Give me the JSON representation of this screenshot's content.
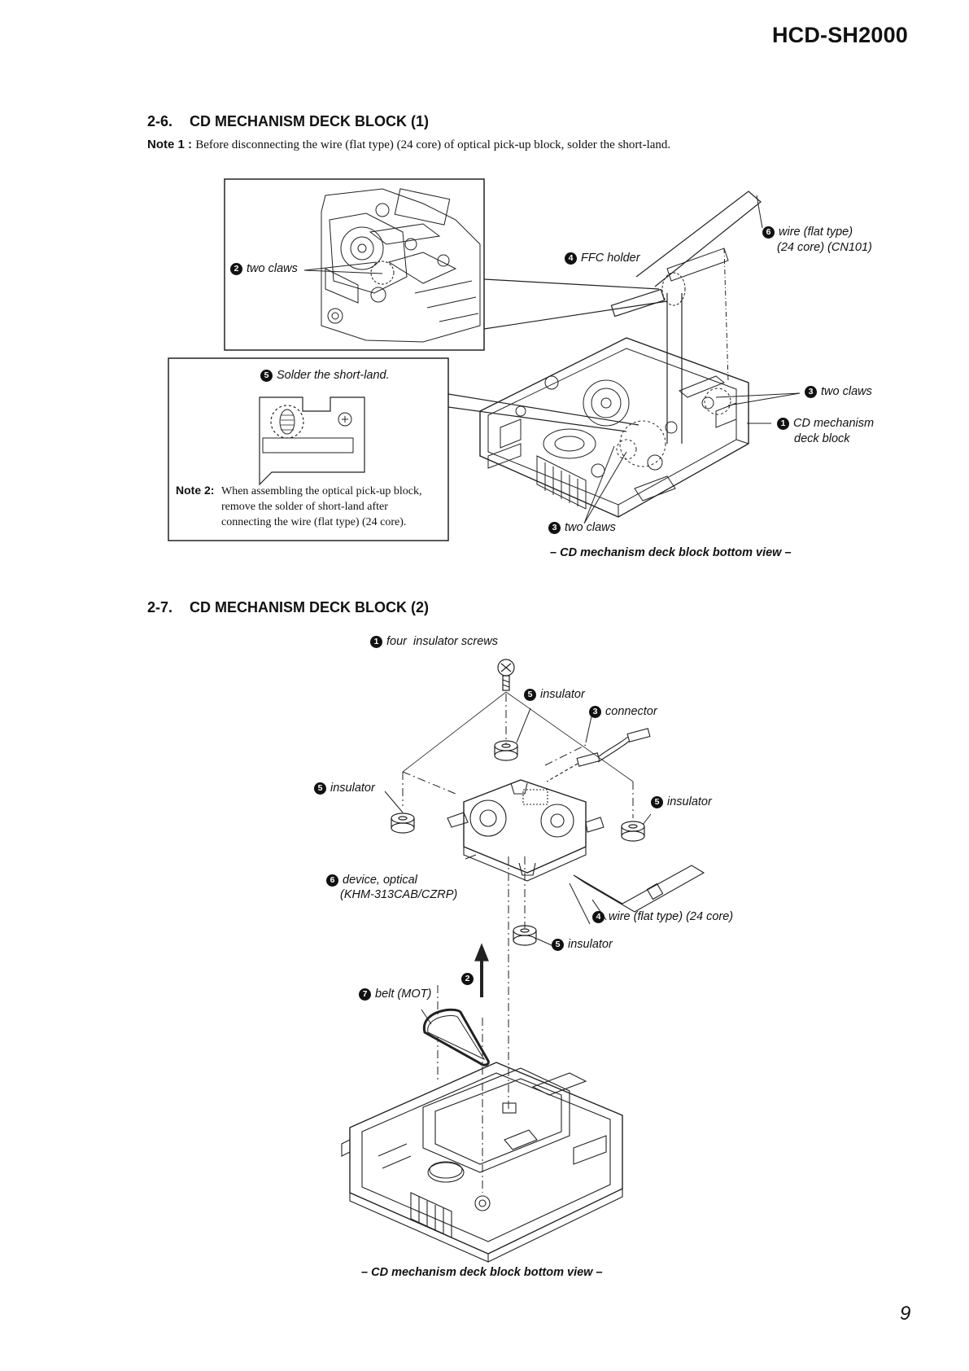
{
  "header": {
    "model": "HCD-SH2000"
  },
  "section1": {
    "number": "2-6.",
    "title": "CD MECHANISM DECK BLOCK (1)",
    "note1_label": "Note 1 :",
    "note1_text": "Before disconnecting the wire (flat type) (24 core) of optical pick-up block, solder the short-land.",
    "callouts": {
      "c2": {
        "num": "2",
        "text": "two claws"
      },
      "c4": {
        "num": "4",
        "text": "FFC holder"
      },
      "c6_line1": {
        "num": "6",
        "text": "wire (flat type)"
      },
      "c6_line2": "(24 core) (CN101)",
      "c5": {
        "num": "5",
        "text": "Solder the short-land."
      },
      "c3_top": {
        "num": "3",
        "text": "two claws"
      },
      "c1_line1": {
        "num": "1",
        "text": "CD mechanism"
      },
      "c1_line2": "deck block",
      "c3_bottom": {
        "num": "3",
        "text": "two claws"
      }
    },
    "note2_label": "Note 2:",
    "note2_line1": "When assembling the optical pick-up block,",
    "note2_line2": "remove the solder of short-land after",
    "note2_line3": "connecting the wire (flat type) (24 core).",
    "caption": "– CD mechanism deck block bottom view –"
  },
  "section2": {
    "number": "2-7.",
    "title": "CD MECHANISM DECK BLOCK (2)",
    "callouts": {
      "c1": {
        "num": "1",
        "text": "four  insulator screws"
      },
      "c5_a": {
        "num": "5",
        "text": "insulator"
      },
      "c3": {
        "num": "3",
        "text": "connector"
      },
      "c5_left": {
        "num": "5",
        "text": "insulator"
      },
      "c5_right": {
        "num": "5",
        "text": "insulator"
      },
      "c6_line1": {
        "num": "6",
        "text": "device, optical"
      },
      "c6_line2": "(KHM-313CAB/CZRP)",
      "c4": {
        "num": "4",
        "text": "wire (flat type) (24 core)"
      },
      "c5_bottom": {
        "num": "5",
        "text": "insulator"
      },
      "c2": {
        "num": "2"
      },
      "c7": {
        "num": "7",
        "text": "belt (MOT)"
      }
    },
    "caption": "– CD mechanism deck block bottom view –"
  },
  "footer": {
    "page_number": "9"
  }
}
